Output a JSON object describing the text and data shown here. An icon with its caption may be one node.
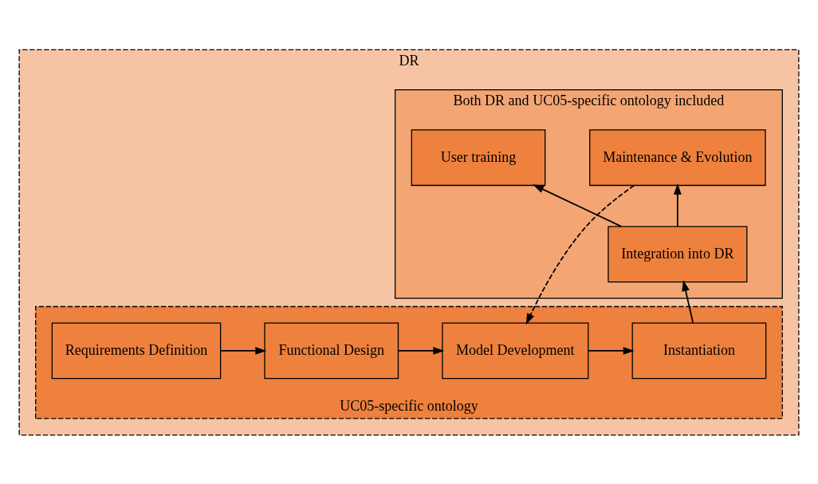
{
  "diagram": {
    "nodes": [
      {
        "text": [
          "DR"
        ]
      },
      {
        "text": [
          "Both DR and UC05-specific ontology included"
        ],
        "in": 0
      },
      {
        "text": [
          "UC05-specific ontology"
        ],
        "in": 0
      },
      {
        "text": [
          "User training"
        ],
        "in": 1
      },
      {
        "text": [
          "Maintenance & Evolution"
        ],
        "in": 1
      },
      {
        "text": [
          "Integration into DR"
        ],
        "in": 1
      },
      {
        "text": [
          "Requirements Definition"
        ],
        "in": 2
      },
      {
        "text": [
          "Functional Design"
        ],
        "in": 2
      },
      {
        "text": [
          "Model Development"
        ],
        "in": 2
      },
      {
        "text": [
          "Instantiation"
        ],
        "in": 2
      }
    ],
    "edges": [
      {
        "from": 5,
        "to": 3,
        "arrow": "to"
      },
      {
        "from": 5,
        "to": 4,
        "arrow": "to"
      },
      {
        "from": 6,
        "to": 7,
        "arrow": "to"
      },
      {
        "from": 7,
        "to": 8,
        "arrow": "to"
      },
      {
        "from": 8,
        "to": 9,
        "arrow": "to"
      },
      {
        "from": 9,
        "to": 5,
        "arrow": "to"
      },
      {
        "from": 4,
        "to": 8,
        "arrow": "to",
        "style": "dashed"
      }
    ]
  }
}
